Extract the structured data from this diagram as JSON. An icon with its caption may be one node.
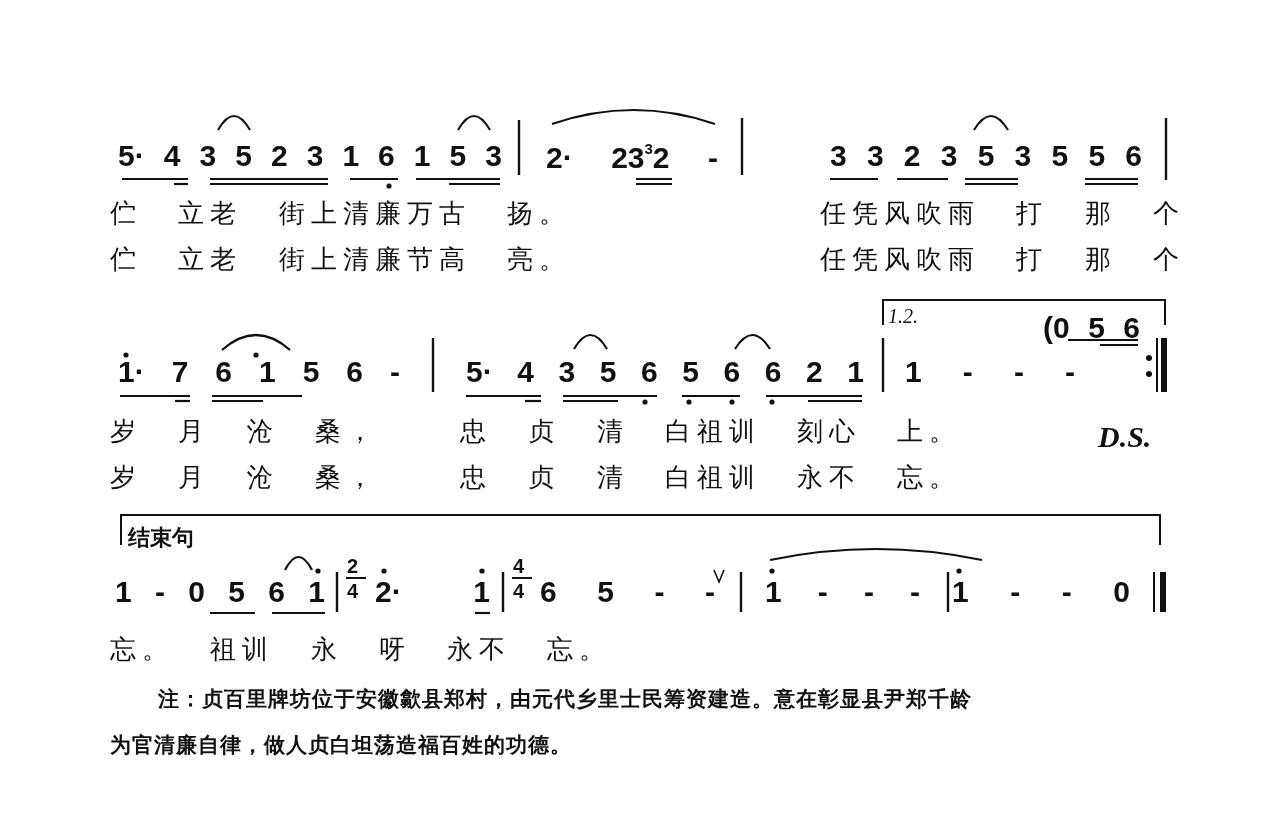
{
  "diagram": {
    "labels": [
      "5· 4 3 5 2 3 1 6 1 5 3",
      "2· 23$^{3}$2 -",
      "3 3 2 3 5 3 5 5 6",
      "伫 立老 街上清廉万古 扬。",
      "任凭风吹雨 打 那 个",
      "伫 立老 街上清廉节高 亮。",
      "任凭风吹雨 打 那 个",
      "1· 7 6 1 5 6 -",
      "5· 4 3 5 6 5 6 6 2 1",
      "1.2.",
      "(0 5 6",
      "1 - - -",
      "岁 月 沧 桑，",
      "忠 贞 清 白祖训 刻心 上。",
      "D.S.",
      "岁 月 沧 桑，",
      "忠 贞 清 白祖训 永不 忘。",
      "结束句",
      "1 - 0 5 6 1",
      "2",
      "4",
      "2· 1",
      "4",
      "4",
      "6 5 - -",
      "1 - - -",
      "1 - - 0",
      "忘。 祖训 永 呀 永不 忘。",
      "注：贞百里牌坊位于安徽歙县郑村，由元代乡里士民筹资建造。意在彰显县尹郑千龄为官清廉自律，做人贞白坦荡造福百姓的功德。"
    ]
  }
}
